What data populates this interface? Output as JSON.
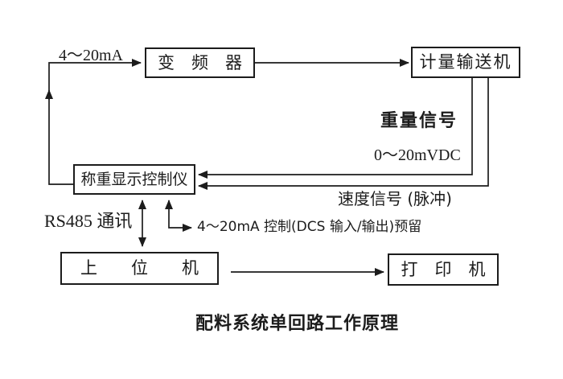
{
  "colors": {
    "line": "#1c1c1c",
    "background": "#ffffff"
  },
  "diagram": {
    "caption": "配料系统单回路工作原理",
    "nodes": {
      "inverter": {
        "label": "变　频　器"
      },
      "conveyor": {
        "label": "计量输送机"
      },
      "controller": {
        "label": "称重显示控制仪"
      },
      "host": {
        "label": "上　　位　　机"
      },
      "printer": {
        "label": "打　印　机"
      }
    },
    "labels": {
      "current_loop": "4～20mA",
      "weight_signal": "重量信号",
      "weight_range": "0～20mVDC",
      "speed_signal": "速度信号 (脉冲)",
      "rs485": "RS485 通讯",
      "dcs_reserve": "4～20mA 控制(DCS 输入/输出)预留"
    }
  }
}
